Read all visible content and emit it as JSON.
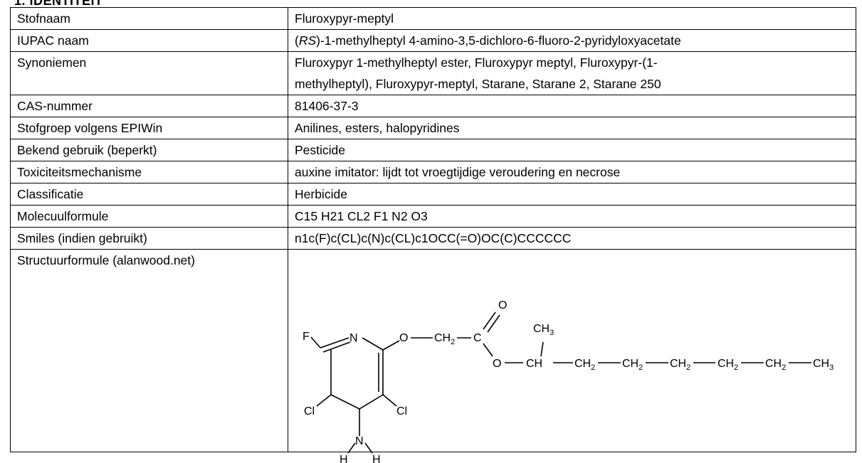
{
  "section_heading": "1. IDENTITEIT",
  "rows": [
    {
      "label": "Stofnaam",
      "value": "Fluroxypyr-meptyl"
    },
    {
      "label": "IUPAC naam",
      "value_prefix": "(",
      "value_italic": "RS",
      "value_rest": ")-1-methylheptyl 4-amino-3,5-dichloro-6-fluoro-2-pyridyloxyacetate"
    },
    {
      "label": "Synoniemen",
      "value_line1": "Fluroxypyr 1-methylheptyl ester, Fluroxypyr meptyl, Fluroxypyr-(1-",
      "value_line2": "methylheptyl), Fluroxypyr-meptyl, Starane, Starane 2, Starane 250"
    },
    {
      "label": "CAS-nummer",
      "value": "81406-37-3"
    },
    {
      "label": "Stofgroep volgens EPIWin",
      "value": "Anilines, esters, halopyridines"
    },
    {
      "label": "Bekend gebruik (beperkt)",
      "value": "Pesticide"
    },
    {
      "label": "Toxiciteitsmechanisme",
      "value": "auxine imitator: lijdt tot vroegtijdige veroudering en necrose"
    },
    {
      "label": "Classificatie",
      "value": "Herbicide"
    },
    {
      "label": "Molecuulformule",
      "value": "C15 H21 CL2 F1 N2 O3"
    },
    {
      "label": "Smiles (indien gebruikt)",
      "value": "n1c(F)c(CL)c(N)c(CL)c1OCC(=O)OC(C)CCCCCC"
    },
    {
      "label": "Structuurformule (alanwood.net)"
    }
  ],
  "structure": {
    "atoms": {
      "F": "F",
      "N": "N",
      "O": "O",
      "CH": "CH",
      "C": "C",
      "CH3": "CH",
      "sub3": "3",
      "CH2": "CH",
      "sub2": "2",
      "Cl": "Cl",
      "H": "H"
    }
  }
}
